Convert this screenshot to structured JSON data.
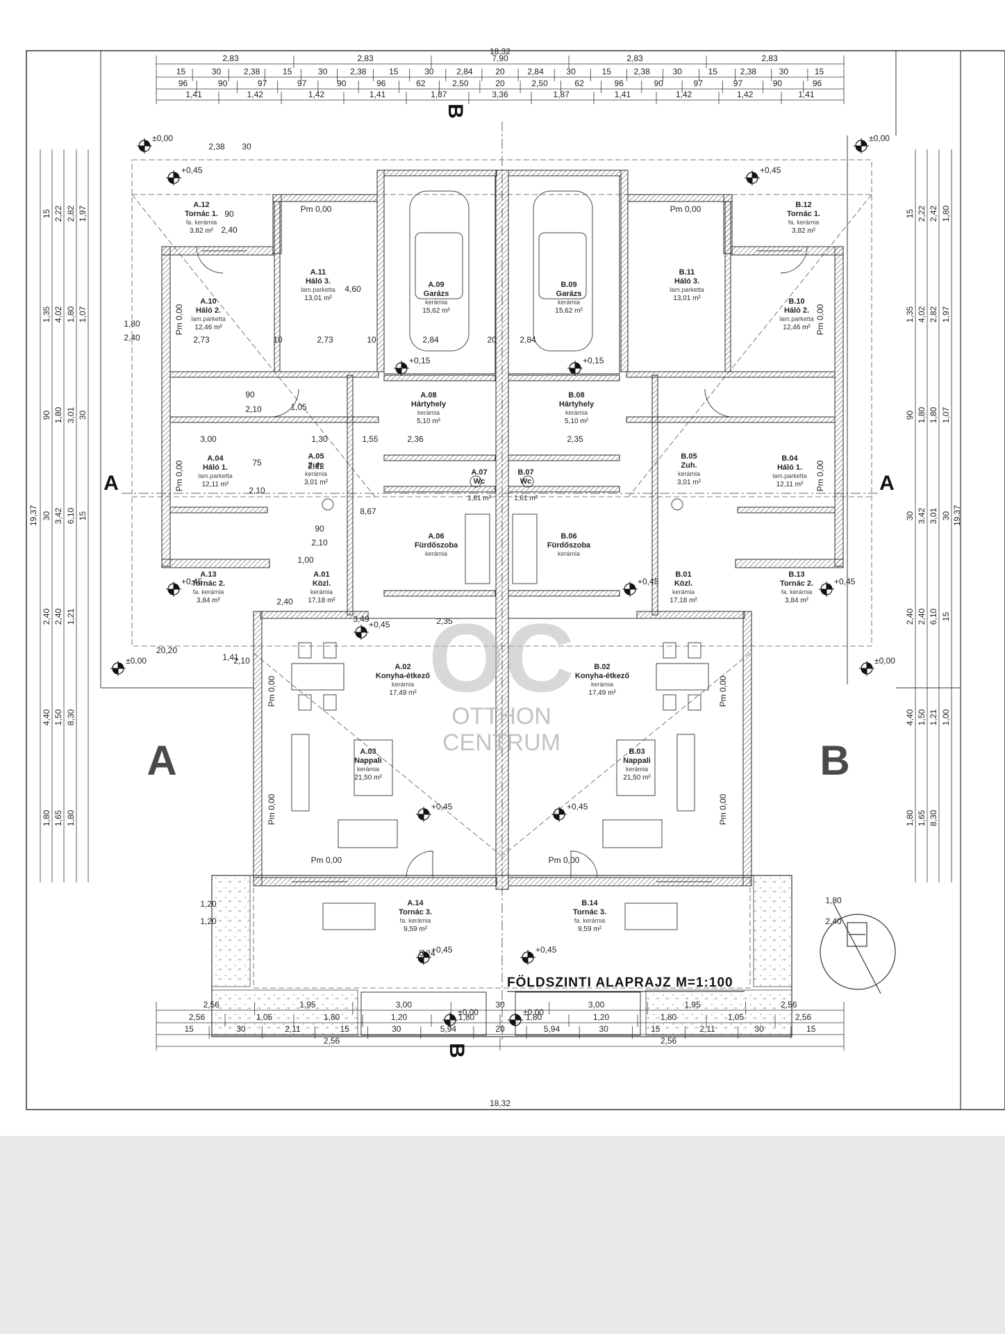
{
  "drawing": {
    "title": "FÖLDSZINTI ALAPRAJZ M=1:100",
    "units": [
      "A",
      "B"
    ],
    "section_mark_horizontal": "A",
    "section_mark_vertical": "B",
    "watermark_logo": "OC",
    "watermark_text": [
      "OTTHON",
      "CENTRUM"
    ],
    "overall_width": "18,32",
    "overall_depth": "19,37",
    "colors": {
      "line": "#2b2b2b",
      "hatch": "#7a7a7a",
      "watermark": "#b9b9b9",
      "backdrop": "#e9e9ea"
    }
  },
  "rooms_a": [
    {
      "id": "A.12",
      "name": "Tornác 1.",
      "material": "fa. kerámia",
      "area": "3,82 m²"
    },
    {
      "id": "A.10",
      "name": "Háló 2.",
      "material": "lam.parketta",
      "area": "12,46 m²"
    },
    {
      "id": "A.11",
      "name": "Háló 3.",
      "material": "lam.parketta",
      "area": "13,01 m²"
    },
    {
      "id": "A.09",
      "name": "Garázs",
      "material": "kerámia",
      "area": "15,62 m²"
    },
    {
      "id": "A.08",
      "name": "Hártyhely",
      "material": "kerámia",
      "area": "5,10 m²"
    },
    {
      "id": "A.04",
      "name": "Háló 1.",
      "material": "lam.parketta",
      "area": "12,11 m²"
    },
    {
      "id": "A.05",
      "name": "Zuh.",
      "material": "kerámia",
      "area": "3,01 m²"
    },
    {
      "id": "A.07",
      "name": "Wc",
      "material": "",
      "area": "1,61 m²"
    },
    {
      "id": "A.06",
      "name": "Fürdőszoba",
      "material": "kerámia",
      "area": ""
    },
    {
      "id": "A.13",
      "name": "Tornác 2.",
      "material": "fa. kerámia",
      "area": "3,84 m²"
    },
    {
      "id": "A.01",
      "name": "Közl.",
      "material": "kerámia",
      "area": "17,18 m²"
    },
    {
      "id": "A.02",
      "name": "Konyha-étkező",
      "material": "kerámia",
      "area": "17,49 m²"
    },
    {
      "id": "A.03",
      "name": "Nappali",
      "material": "kerámia",
      "area": "21,50 m²"
    },
    {
      "id": "A.14",
      "name": "Tornác 3.",
      "material": "fa. kerámia",
      "area": "9,59 m²"
    }
  ],
  "rooms_b": [
    {
      "id": "B.12",
      "name": "Tornác 1.",
      "material": "fa. kerámia",
      "area": "3,82 m²"
    },
    {
      "id": "B.10",
      "name": "Háló 2.",
      "material": "lam.parketta",
      "area": "12,46 m²"
    },
    {
      "id": "B.11",
      "name": "Háló 3.",
      "material": "lam.parketta",
      "area": "13,01 m²"
    },
    {
      "id": "B.09",
      "name": "Garázs",
      "material": "kerámia",
      "area": "15,62 m²"
    },
    {
      "id": "B.08",
      "name": "Hártyhely",
      "material": "kerámia",
      "area": "5,10 m²"
    },
    {
      "id": "B.04",
      "name": "Háló 1.",
      "material": "lam.parketta",
      "area": "12,11 m²"
    },
    {
      "id": "B.05",
      "name": "Zuh.",
      "material": "kerámia",
      "area": "3,01 m²"
    },
    {
      "id": "B.07",
      "name": "Wc",
      "material": "",
      "area": "1,61 m²"
    },
    {
      "id": "B.06",
      "name": "Fürdőszoba",
      "material": "kerámia",
      "area": ""
    },
    {
      "id": "B.13",
      "name": "Tornác 2.",
      "material": "fa. kerámia",
      "area": "3,84 m²"
    },
    {
      "id": "B.01",
      "name": "Közl.",
      "material": "kerámia",
      "area": "17,18 m²"
    },
    {
      "id": "B.02",
      "name": "Konyha-étkező",
      "material": "kerámia",
      "area": "17,49 m²"
    },
    {
      "id": "B.03",
      "name": "Nappali",
      "material": "kerámia",
      "area": "21,50 m²"
    },
    {
      "id": "B.14",
      "name": "Tornác 3.",
      "material": "fa. kerámia",
      "area": "9,59 m²"
    }
  ],
  "dims": {
    "top": {
      "r1": [
        "2,83",
        "2,83",
        "7,90",
        "2,83",
        "2,83"
      ],
      "r2": [
        "15",
        "30",
        "2,38",
        "15",
        "30",
        "2,38",
        "15",
        "30",
        "2,84",
        "20",
        "2,84",
        "30",
        "15",
        "2,38",
        "30",
        "15",
        "2,38",
        "30",
        "15"
      ],
      "r3": [
        "96",
        "90",
        "97",
        "97",
        "90",
        "96",
        "62",
        "2,50",
        "20",
        "2,50",
        "62",
        "96",
        "90",
        "97",
        "97",
        "90",
        "96"
      ],
      "r4": [
        "1,41",
        "1,42",
        "1,42",
        "1,41",
        "1,87",
        "3,36",
        "1,87",
        "1,41",
        "1,42",
        "1,42",
        "1,41"
      ]
    },
    "bottom": {
      "r1": [
        "2,56",
        "1,95",
        "3,00",
        "30",
        "3,00",
        "1,95",
        "2,56"
      ],
      "r2": [
        "2,56",
        "1,05",
        "1,80",
        "1,20",
        "1,80",
        "1,80",
        "1,20",
        "1,80",
        "1,05",
        "2,56"
      ],
      "r3": [
        "15",
        "30",
        "2,11",
        "15",
        "30",
        "5,94",
        "20",
        "5,94",
        "30",
        "15",
        "2,11",
        "30",
        "15"
      ],
      "r4": [
        "2,56",
        "2,56"
      ]
    },
    "left": [
      "15",
      "1,35",
      "90",
      "30",
      "2,40",
      "4,40",
      "1,80",
      "2,22",
      "4,02",
      "1,80",
      "3,42",
      "2,40",
      "1,50",
      "1,65",
      "2,82",
      "1,80",
      "3,01",
      "6,10",
      "1,21",
      "8,30",
      "1,80",
      "1,97",
      "1,07",
      "30",
      "15"
    ],
    "right": [
      "15",
      "1,35",
      "90",
      "30",
      "2,40",
      "4,40",
      "1,80",
      "2,22",
      "4,02",
      "1,80",
      "3,42",
      "2,40",
      "1,50",
      "1,65",
      "2,42",
      "2,82",
      "1,80",
      "3,01",
      "6,10",
      "1,21",
      "8,30",
      "1,80",
      "1,97",
      "1,07",
      "30",
      "15",
      "1,00"
    ],
    "inner": [
      "2,38",
      "30",
      "90",
      "2,40",
      "2,73",
      "10",
      "2,73",
      "10",
      "2,84",
      "20",
      "2,84",
      "1,80",
      "2,40",
      "90",
      "2,10",
      "3,00",
      "1,30",
      "1,55",
      "2,36",
      "2,35",
      "75",
      "2,10",
      "1,05",
      "90",
      "2,10",
      "1,00",
      "2,40",
      "3,49",
      "2,35",
      "5,24",
      "20,20",
      "1,41",
      "1,20",
      "1,20",
      "1,80",
      "2,40",
      "4,60",
      "8,67",
      "2,12",
      "2,10"
    ]
  },
  "levels": {
    "plus045": "+0,45",
    "plus015": "+0,15",
    "zero": "±0,00",
    "pm000": "Pm 0,00"
  }
}
